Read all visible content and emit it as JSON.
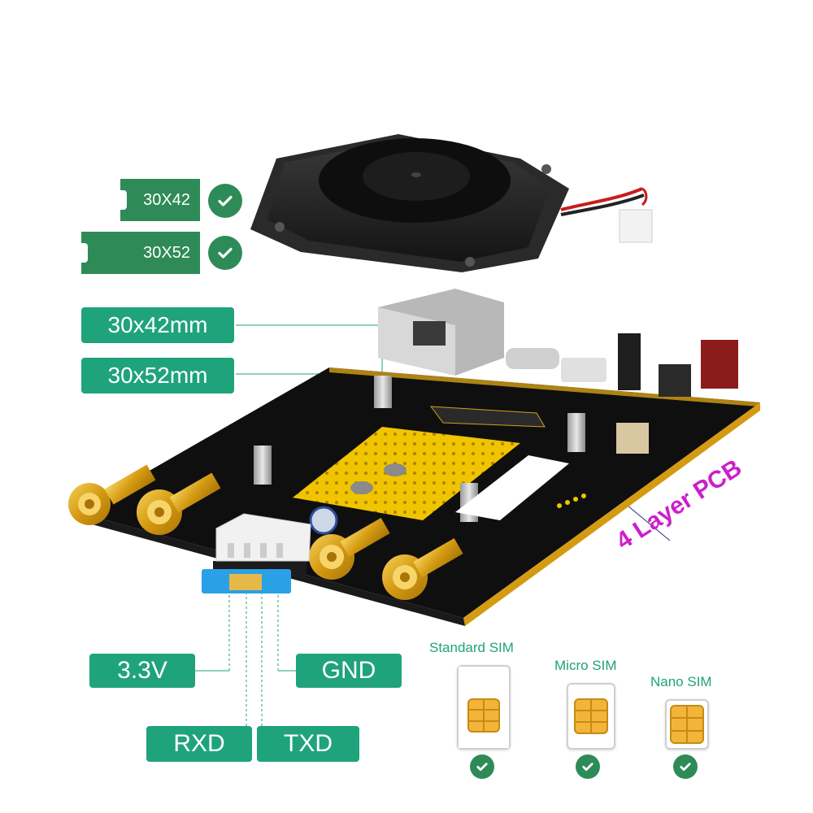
{
  "module_sizes": [
    {
      "label": "30X42",
      "supported": true,
      "icon": "check-circle-icon"
    },
    {
      "label": "30X52",
      "supported": true,
      "icon": "check-circle-icon"
    }
  ],
  "slot_dimensions": [
    {
      "label": "30x42mm"
    },
    {
      "label": "30x52mm"
    }
  ],
  "pcb": {
    "label": "4 Layer PCB"
  },
  "sim_pins": {
    "vcc": "3.3V",
    "gnd": "GND",
    "rxd": "RXD",
    "txd": "TXD"
  },
  "sim_types": [
    {
      "label": "Standard SIM",
      "supported": true,
      "icon": "check-circle-icon"
    },
    {
      "label": "Micro SIM",
      "supported": true,
      "icon": "check-circle-icon"
    },
    {
      "label": "Nano SIM",
      "supported": true,
      "icon": "check-circle-icon"
    }
  ],
  "colors": {
    "accent_green": "#1fa37a",
    "check_green": "#2e8b57",
    "pcb_label": "#cc1fcc",
    "board": "#1a1a1a",
    "gold": "#d4a017"
  }
}
